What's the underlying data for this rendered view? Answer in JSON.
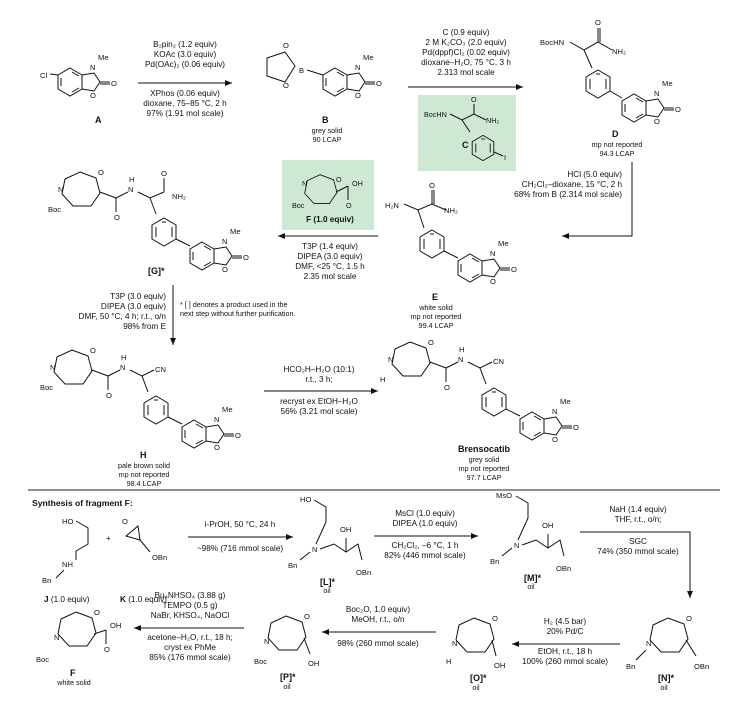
{
  "step1": {
    "lines": [
      "B₂pin₂ (1.2 equiv)",
      "KOAc (3.0 equiv)",
      "Pd(OAc)₂ (0.06 equiv)",
      "XPhos (0.06 equiv)",
      "dioxane, 75–85 °C, 2 h",
      "97% (1.91 mol scale)"
    ]
  },
  "step2": {
    "lines": [
      "C (0.9 equiv)",
      "2 M K₂CO₃ (2.0 equiv)",
      "Pd(dppf)Cl₂ (0.02 equiv)",
      "dioxane–H₂O, 75 °C, 3 h",
      "2.313 mol scale"
    ]
  },
  "step3": {
    "lines": [
      "HCl (5.0 equiv)",
      "CH₂Cl₂–dioxane, 15 °C, 2 h",
      "68% from B (2.314 mol scale)"
    ]
  },
  "step4": {
    "reagent": "F (1.0 equiv)",
    "lines": [
      "T3P (1.4 equiv)",
      "DIPEA (3.0 equiv)",
      "DMF, <25 °C, 1.5 h",
      "2.35 mol scale"
    ]
  },
  "step5": {
    "lines": [
      "T3P (3.0 equiv)",
      "DIPEA (3.0 equiv)",
      "DMF, 50 °C, 4 h; r.t., o/n",
      "98% from E"
    ]
  },
  "step6": {
    "lines": [
      "HCO₂H–H₂O (10:1)",
      "r.t., 3 h;",
      "recryst ex EtOH–H₂O",
      "56% (3.21 mol scale)"
    ]
  },
  "footnote": [
    "* [ ] denotes a product used in the",
    "next step without further purification."
  ],
  "compounds": {
    "A": {
      "label": "A"
    },
    "B": {
      "label": "B",
      "desc": [
        "grey solid",
        "90 LCAP"
      ]
    },
    "C": {
      "label": "C"
    },
    "D": {
      "label": "D",
      "desc": [
        "mp not reported",
        "94.3 LCAP"
      ]
    },
    "E": {
      "label": "E",
      "desc": [
        "white solid",
        "mp not reported",
        "99.4 LCAP"
      ]
    },
    "F": {
      "label": "F"
    },
    "G": {
      "label": "[G]*"
    },
    "H": {
      "label": "H",
      "desc": [
        "pale brown solid",
        "mp not reported",
        "98.4 LCAP"
      ]
    },
    "Bren": {
      "label": "Brensocatib",
      "desc": [
        "grey solid",
        "mp not reported",
        "97.7 LCAP"
      ]
    }
  },
  "fragment": {
    "title": "Synthesis of fragment F:",
    "stepA": {
      "lines": [
        "i-PrOH, 50 °C, 24 h",
        "~98% (716 mmol scale)"
      ]
    },
    "stepB": {
      "lines": [
        "MsCl (1.0 equiv)",
        "DIPEA (1.0 equiv)",
        "CH₂Cl₂, –6 °C, 1 h",
        "82% (446 mmol scale)"
      ]
    },
    "stepC": {
      "lines": [
        "NaH (1.4 equiv)",
        "THF, r.t., o/n;",
        "SGC",
        "74% (350 mmol scale)"
      ]
    },
    "stepD": {
      "lines": [
        "H₂ (4.5 bar)",
        "20% Pd/C",
        "EtOH, r.t., 18 h",
        "100% (260 mmol scale)"
      ]
    },
    "stepE": {
      "lines": [
        "Boc₂O, 1.0 equiv)",
        "MeOH, r.t., o/n",
        "98% (260 mmol scale)"
      ]
    },
    "stepF": {
      "lines": [
        "Bu₄NHSO₄ (3.88 g)",
        "TEMPO (0.5 g)",
        "NaBr, KHSO₄, NaOCl",
        "acetone–H₂O, r.t., 18 h;",
        "cryst ex PhMe",
        "85% (176 mmol scale)"
      ]
    },
    "J": {
      "label": "J",
      "amount": "(1.0 equiv)"
    },
    "K": {
      "label": "K",
      "amount": "(1.0 equiv)"
    },
    "L": {
      "label": "[L]*",
      "state": "oil"
    },
    "M": {
      "label": "[M]*",
      "state": "oil"
    },
    "N": {
      "label": "[N]*",
      "state": "oil"
    },
    "O": {
      "label": "[O]*",
      "state": "oil"
    },
    "P": {
      "label": "[P]*",
      "state": "oil"
    },
    "F2": {
      "label": "F",
      "state": "white solid"
    }
  },
  "atoms": {
    "me": "Me",
    "n": "N",
    "o": "O",
    "b": "B",
    "cl": "Cl",
    "nh2": "NH₂",
    "h2n": "H₂N",
    "bochn": "BocHN",
    "boc": "Boc",
    "i": "I",
    "cn": "CN",
    "oh": "OH",
    "h": "H",
    "nh": "NH",
    "bn": "Bn",
    "obn": "OBn",
    "mso": "MsO",
    "ho": "HO",
    "plus": "+"
  },
  "colors": {
    "highlight": "#cfe8d4"
  }
}
